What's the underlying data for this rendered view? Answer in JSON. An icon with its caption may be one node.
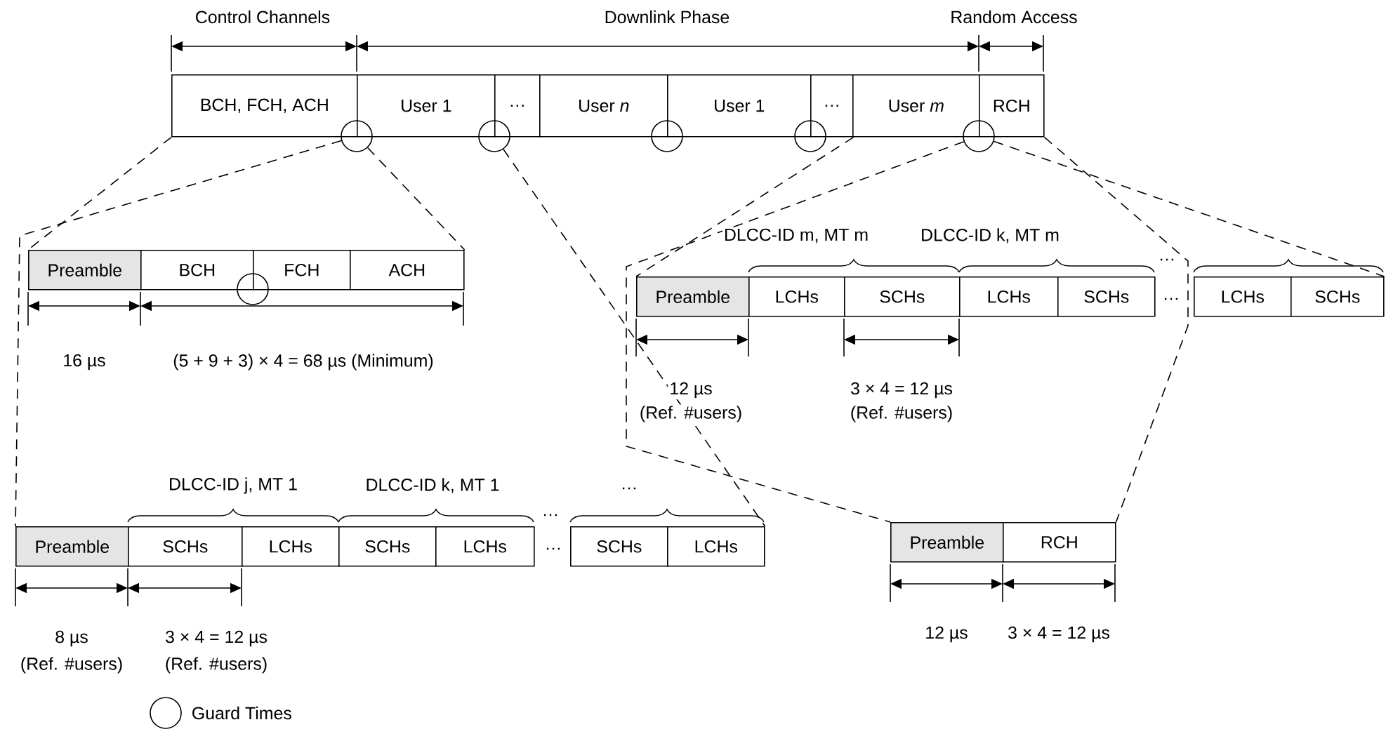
{
  "diagram": {
    "nodes": [
      {
        "text": [
          "BCH, FCH, ACH"
        ]
      },
      {
        "text": [
          "User 1"
        ]
      },
      {
        "text": [
          "…"
        ]
      },
      {
        "text": [
          "User *n*"
        ]
      },
      {
        "text": [
          "User 1"
        ]
      },
      {
        "text": [
          "…"
        ]
      },
      {
        "text": [
          "User *m*"
        ]
      },
      {
        "text": [
          "RCH"
        ]
      },
      {
        "text": [
          "Preamble"
        ]
      },
      {
        "text": [
          "BCH"
        ]
      },
      {
        "text": [
          "FCH"
        ]
      },
      {
        "text": [
          "ACH"
        ]
      },
      {
        "text": [
          "Preamble"
        ]
      },
      {
        "text": [
          "LCHs"
        ]
      },
      {
        "text": [
          "SCHs"
        ]
      },
      {
        "text": [
          "LCHs"
        ]
      },
      {
        "text": [
          "SCHs"
        ]
      },
      {
        "text": [
          "LCHs"
        ]
      },
      {
        "text": [
          "SCHs"
        ]
      },
      {
        "text": [
          "Preamble"
        ]
      },
      {
        "text": [
          "SCHs"
        ]
      },
      {
        "text": [
          "LCHs"
        ]
      },
      {
        "text": [
          "SCHs"
        ]
      },
      {
        "text": [
          "LCHs"
        ]
      },
      {
        "text": [
          "SCHs"
        ]
      },
      {
        "text": [
          "LCHs"
        ]
      },
      {
        "text": [
          "Preamble"
        ]
      },
      {
        "text": [
          "RCH"
        ]
      },
      {
        "text": [],
        "shape": "circle"
      },
      {
        "text": [],
        "shape": "circle"
      },
      {
        "text": [],
        "shape": "circle"
      },
      {
        "text": [],
        "shape": "circle"
      },
      {
        "text": [],
        "shape": "circle"
      },
      {
        "text": [],
        "shape": "circle"
      }
    ],
    "edges": [
      {
        "from": 0,
        "to": 8,
        "arrow": "none",
        "style": "dashed"
      },
      {
        "from": 28,
        "to": 11,
        "arrow": "none",
        "style": "dashed"
      },
      {
        "from": 28,
        "to": 19,
        "arrow": "none",
        "style": "dashed"
      },
      {
        "from": 29,
        "to": 25,
        "arrow": "none",
        "style": "dashed"
      },
      {
        "from": 5,
        "to": 12,
        "arrow": "none",
        "style": "dashed"
      },
      {
        "from": 32,
        "to": 18,
        "arrow": "none",
        "style": "dashed"
      },
      {
        "from": 32,
        "to": 26,
        "arrow": "none",
        "style": "dashed"
      },
      {
        "from": 7,
        "to": 27,
        "arrow": "none",
        "style": "dashed"
      }
    ],
    "labels": [
      "Control Channels",
      "Downlink Phase",
      "Random Access",
      "DLCC-ID m, MT m",
      "DLCC-ID k, MT m",
      "…",
      "…",
      "16 µs",
      "(5 + 9 + 3) × 4 = 68 µs (Minimum)",
      "12 µs",
      "3 × 4 = 12 µs",
      "(Ref. #users)",
      "(Ref. #users)",
      "DLCC-ID j, MT 1",
      "DLCC-ID k, MT 1",
      "…",
      "…",
      "…",
      "8 µs",
      "3 × 4 = 12 µs",
      "12 µs",
      "3 × 4 = 12 µs",
      "(Ref. #users)",
      "(Ref. #users)"
    ],
    "legend": [
      {
        "text": "Guard Times"
      }
    ]
  }
}
